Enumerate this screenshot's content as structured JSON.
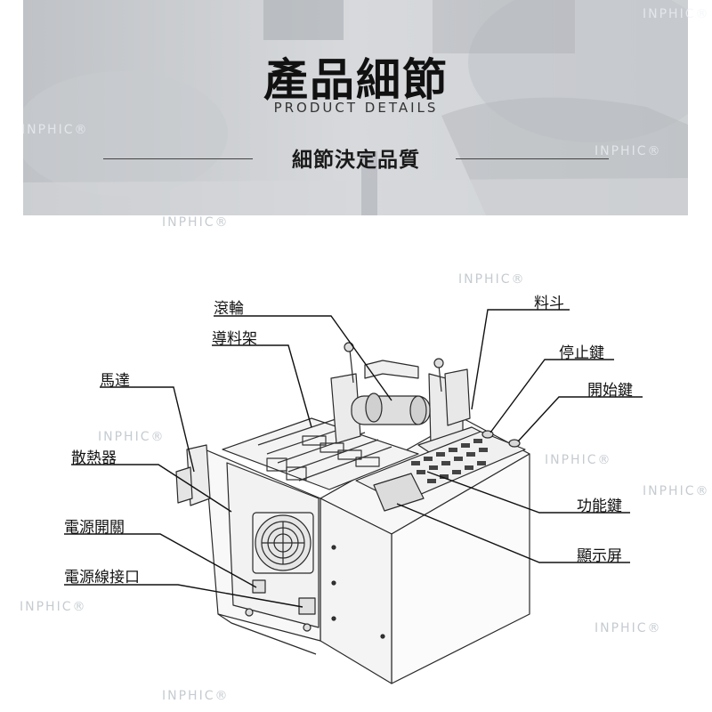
{
  "header": {
    "title_zh": "產品細節",
    "title_en": "PRODUCT DETAILS",
    "subtitle": "細節決定品質"
  },
  "watermark": "INPHIC®",
  "labels": {
    "roller": "滾輪",
    "guide_rack": "導料架",
    "motor": "馬達",
    "heat_sink": "散熱器",
    "power_switch": "電源開關",
    "power_port": "電源線接口",
    "hopper": "料斗",
    "stop_key": "停止鍵",
    "start_key": "開始鍵",
    "function_keys": "功能鍵",
    "display": "顯示屏"
  },
  "colors": {
    "banner_bg": "#d3d5d8",
    "text": "#111111",
    "watermark": "#a0aab4"
  }
}
